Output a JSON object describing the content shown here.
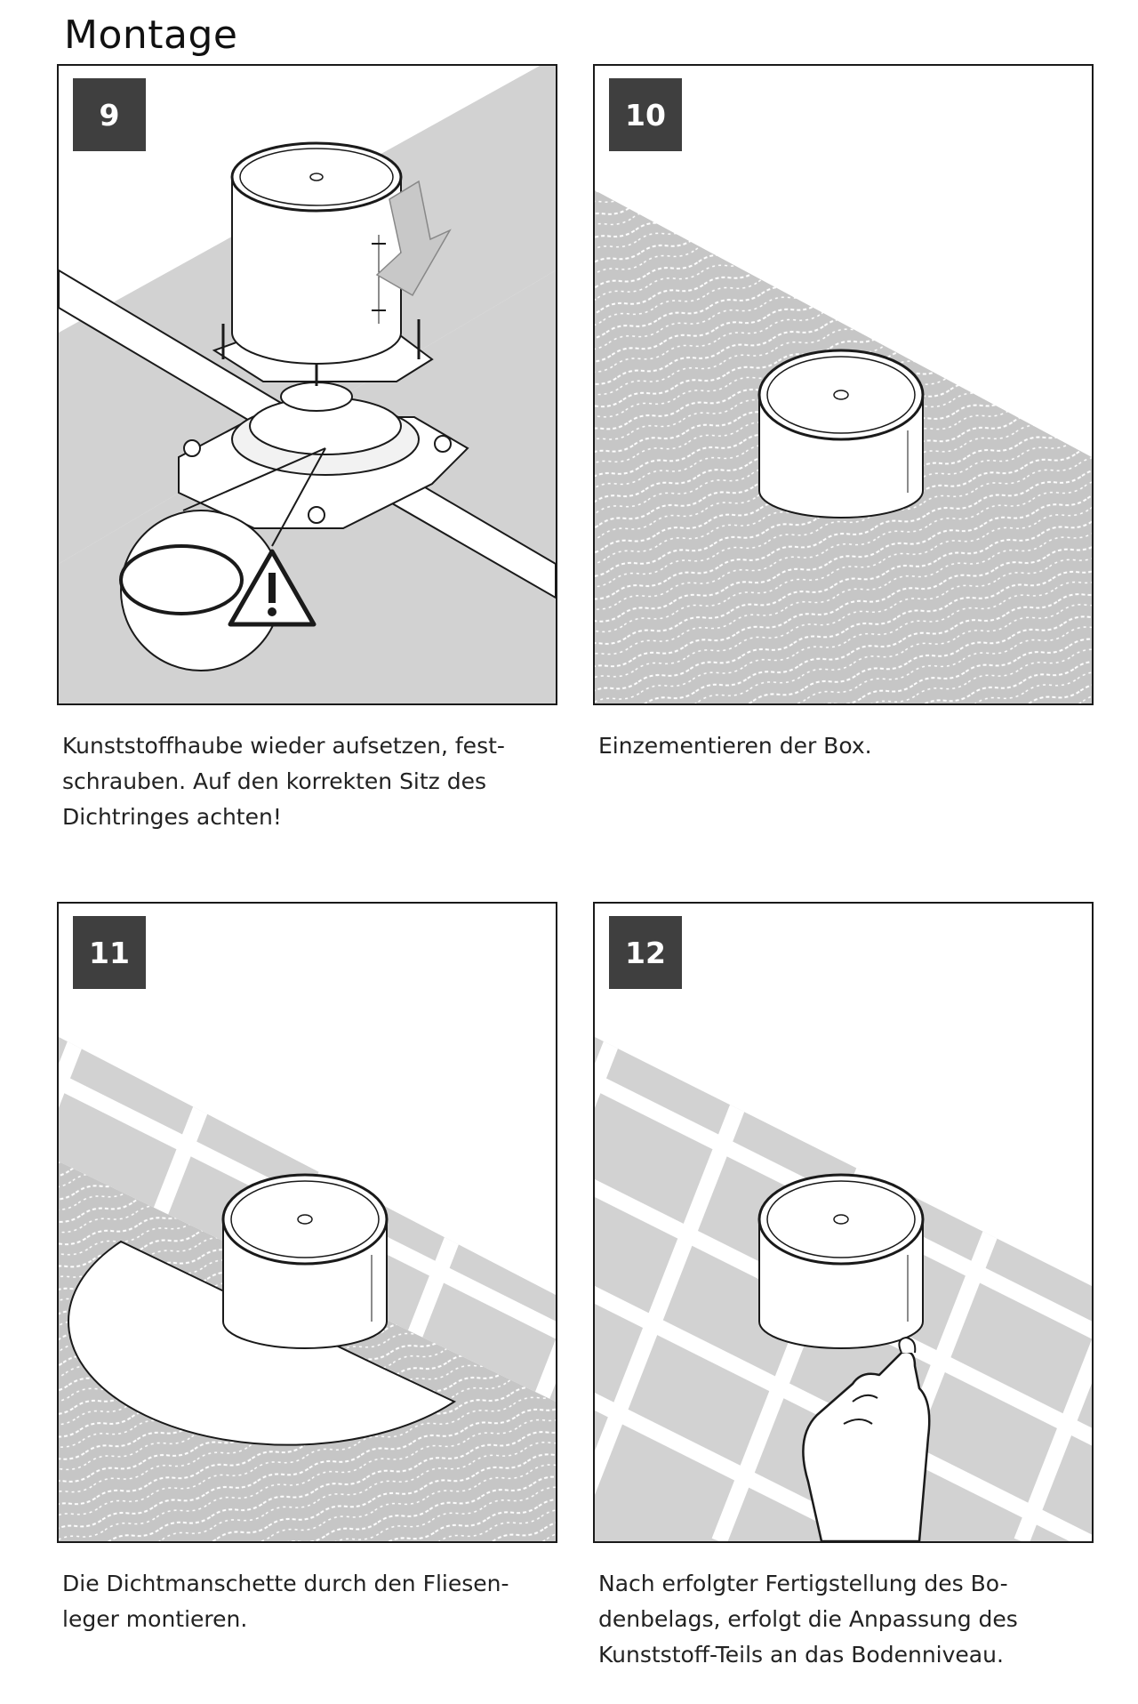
{
  "page": {
    "title": "Montage"
  },
  "steps": [
    {
      "number": "9",
      "caption": "Kunststoffhaube wieder aufsetzen, fest-\nschrauben. Auf den korrekten Sitz des\nDichtringes achten!",
      "illustration": "cylinder-cover-mount-with-seal-warning"
    },
    {
      "number": "10",
      "caption": "Einzementieren der Box.",
      "illustration": "box-cemented-in-floor"
    },
    {
      "number": "11",
      "caption": "Die Dichtmanschette durch den Fliesen-\nleger montieren.",
      "illustration": "sealing-collar-on-tiles"
    },
    {
      "number": "12",
      "caption": "Nach erfolgter Fertigstellung des Bo-\ndenbelags, erfolgt die Anpassung des\nKunststoff-Teils an das Bodenniveau.",
      "illustration": "hand-trimming-plastic-part"
    }
  ],
  "colors": {
    "badge": "#3f3f3f",
    "floor": "#d4d4d4",
    "outline": "#1a1a1a"
  },
  "icons": [
    "warning-triangle-icon",
    "down-arrow-icon",
    "hand-icon"
  ]
}
